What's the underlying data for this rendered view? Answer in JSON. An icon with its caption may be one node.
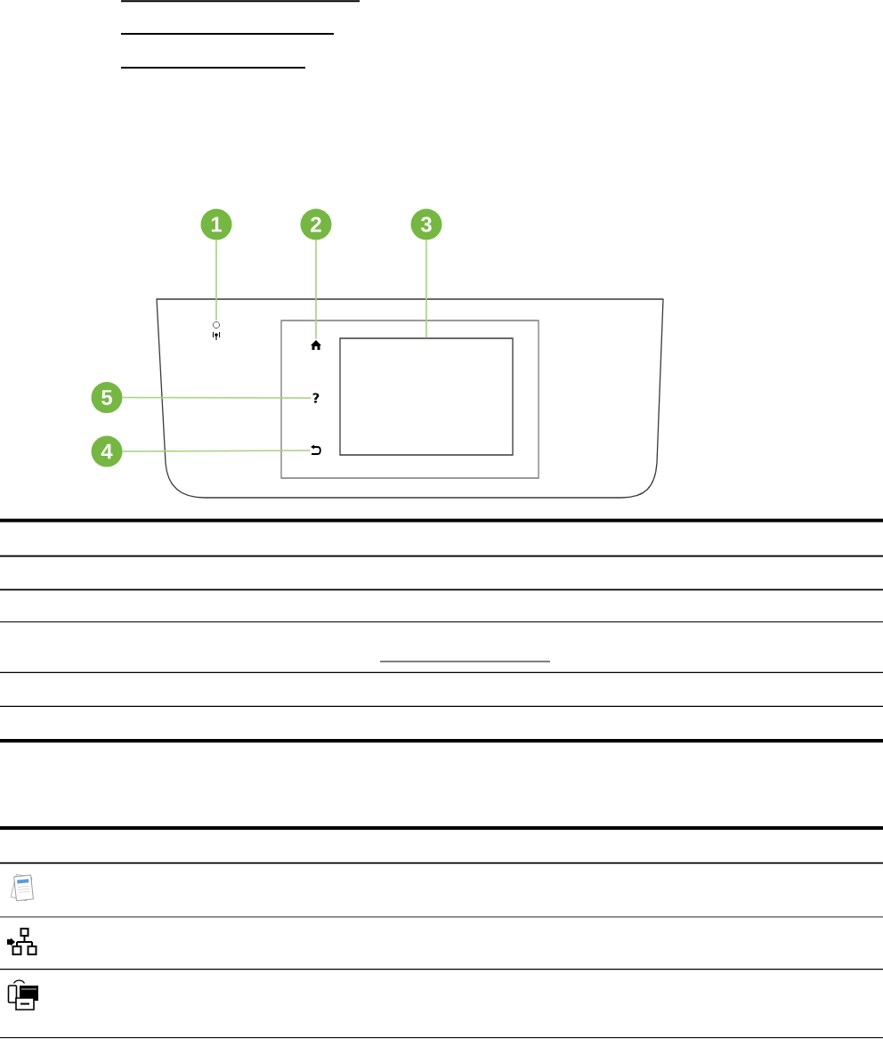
{
  "diagram": {
    "nodes": [
      {
        "text": [
          "1"
        ]
      },
      {
        "text": [
          "2"
        ]
      },
      {
        "text": [
          "3"
        ]
      },
      {
        "text": [
          "5"
        ]
      },
      {
        "text": [
          "4"
        ]
      },
      {
        "text": [],
        "shape": "picture"
      },
      {
        "text": [],
        "shape": "picture"
      },
      {
        "text": [],
        "shape": "box"
      },
      {
        "text": [
          "?"
        ]
      },
      {
        "text": [],
        "shape": "picture"
      }
    ],
    "edges": [
      {
        "from": 0,
        "to": 5,
        "arrow": "none"
      },
      {
        "from": 1,
        "to": 6,
        "arrow": "none"
      },
      {
        "from": 2,
        "to": 7,
        "arrow": "none"
      },
      {
        "from": 3,
        "to": 8,
        "arrow": "none"
      },
      {
        "from": 4,
        "to": 9,
        "arrow": "none"
      }
    ]
  }
}
